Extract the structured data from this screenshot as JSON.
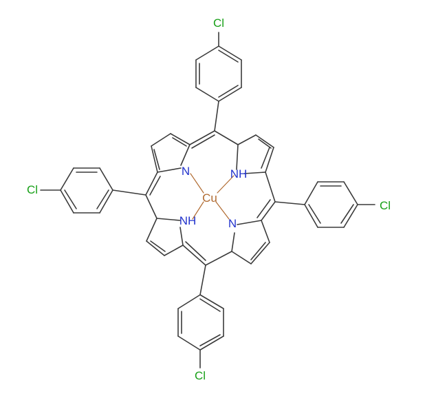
{
  "molecule": {
    "metal": "Cu",
    "pyrrole_n": [
      "N",
      "N"
    ],
    "pyrrole_nh": [
      "NH",
      "NH"
    ],
    "substituents": [
      "Cl",
      "Cl",
      "Cl",
      "Cl"
    ]
  },
  "colors": {
    "bond": "#3a3a3a",
    "nitrogen": "#2233cc",
    "chlorine": "#18a018",
    "copper": "#b06a30",
    "background": "#ffffff"
  }
}
